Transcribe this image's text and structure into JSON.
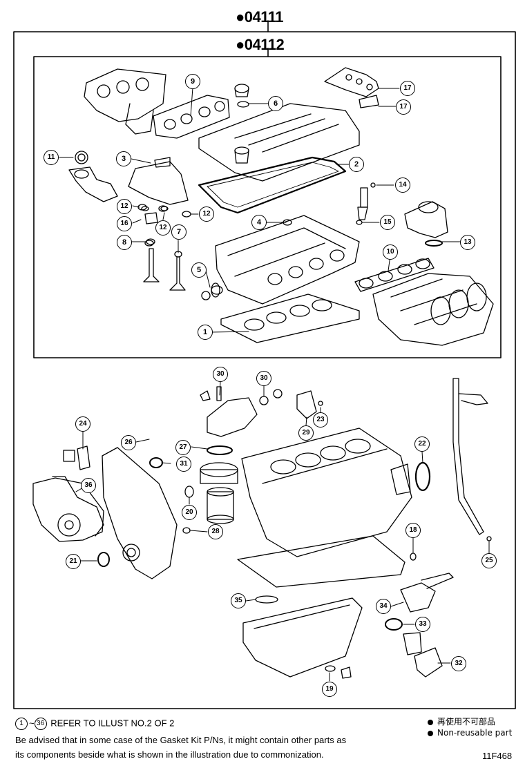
{
  "header": {
    "kit_outer": "04111",
    "kit_inner": "04112",
    "kit_mark": "●"
  },
  "callouts": [
    "1",
    "2",
    "3",
    "4",
    "5",
    "6",
    "7",
    "8",
    "9",
    "10",
    "11",
    "12",
    "12",
    "12",
    "13",
    "14",
    "15",
    "16",
    "17",
    "17",
    "18",
    "19",
    "20",
    "21",
    "22",
    "23",
    "24",
    "25",
    "26",
    "27",
    "28",
    "29",
    "30",
    "30",
    "31",
    "32",
    "33",
    "34",
    "35",
    "36"
  ],
  "footer": {
    "range_from": "1",
    "range_sep": "~",
    "range_to": "36",
    "refer_text": "REFER TO ILLUST NO.2 OF 2",
    "advice_line1": "Be advised that in some case of the Gasket Kit P/Ns,  it might contain other parts as",
    "advice_line2": "its components beside what is shown in the illustration due to commonization.",
    "legend_cn": "再使用不可部品",
    "legend_en": "Non-reusable part",
    "illust_code": "11F468"
  }
}
